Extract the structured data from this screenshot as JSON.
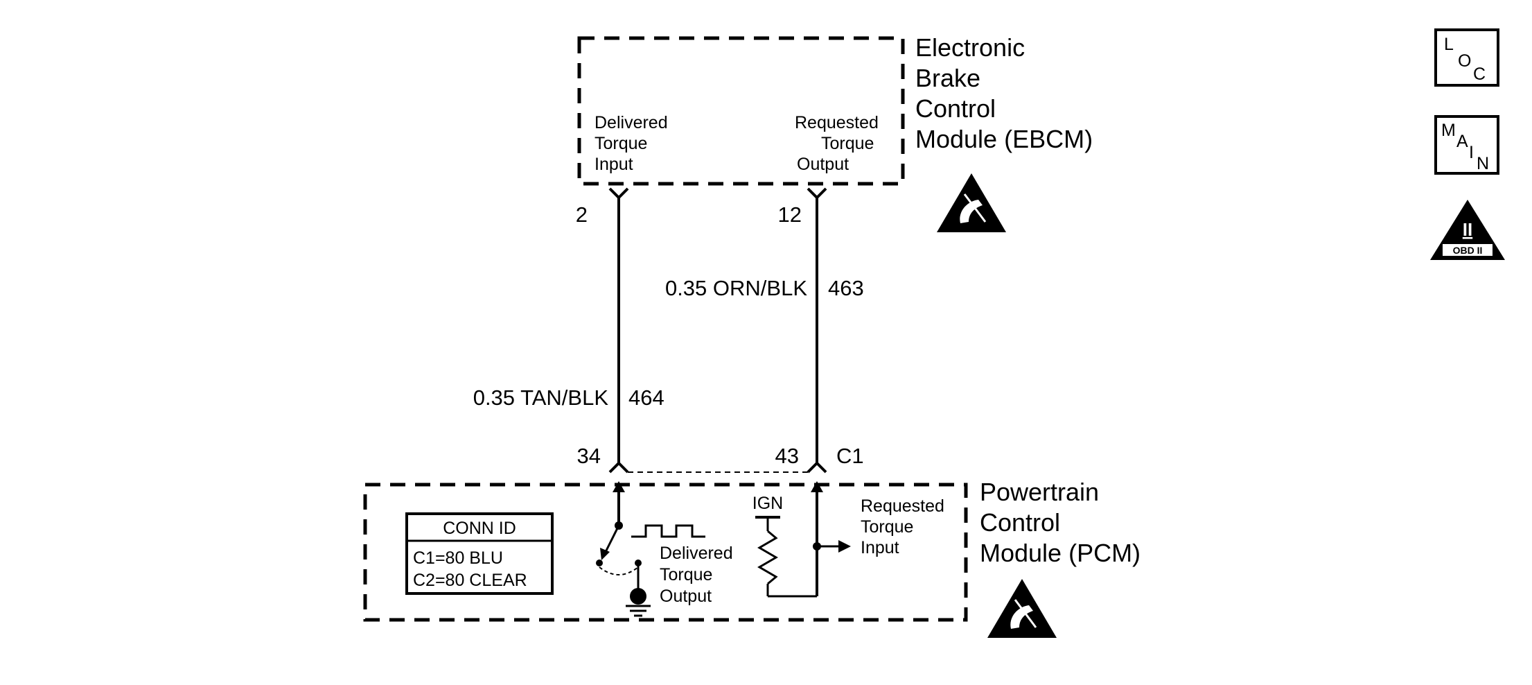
{
  "ebcm": {
    "name_lines": [
      "Electronic",
      "Brake",
      "Control",
      "Module (EBCM)"
    ],
    "left_pin_label": [
      "Delivered",
      "Torque",
      "Input"
    ],
    "right_pin_label": [
      "Requested",
      "Torque",
      "Output"
    ],
    "left_pin": "2",
    "right_pin": "12"
  },
  "wires": {
    "left_spec": "0.35 TAN/BLK",
    "left_circuit": "464",
    "right_spec": "0.35 ORN/BLK",
    "right_circuit": "463"
  },
  "pcm": {
    "name_lines": [
      "Powertrain",
      "Control",
      "Module (PCM)"
    ],
    "left_pin": "34",
    "right_pin": "43",
    "connector": "C1",
    "ign_label": "IGN",
    "delivered_label": [
      "Delivered",
      "Torque",
      "Output"
    ],
    "requested_label": [
      "Requested",
      "Torque",
      "Input"
    ],
    "conn_id": {
      "title": "CONN ID",
      "rows": [
        "C1=80 BLU",
        "C2=80 CLEAR"
      ]
    }
  },
  "legend_icons": {
    "loc": [
      "L",
      "O",
      "C"
    ],
    "main": [
      "M",
      "A",
      "I",
      "N"
    ],
    "obd": [
      "II",
      "OBD II"
    ]
  }
}
